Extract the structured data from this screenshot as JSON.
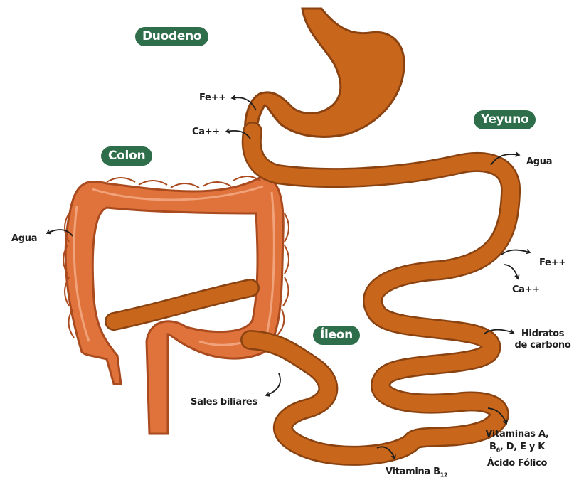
{
  "regions": {
    "duodeno": "Duodeno",
    "yeyuno": "Yeyuno",
    "colon": "Colon",
    "ileon": "Íleon"
  },
  "labels": {
    "duodeno_fe": "Fe++",
    "duodeno_ca": "Ca++",
    "yeyuno_agua": "Agua",
    "yeyuno_fe": "Fe++",
    "yeyuno_ca": "Ca++",
    "hidratos_1": "Hidratos",
    "hidratos_2": "de carbono",
    "vitaminas_1": "Vitaminas A,",
    "vitaminas_2_a": "B",
    "vitaminas_2_sub": "6",
    "vitaminas_2_b": ", D, E y K",
    "vitaminas_3": "Ácido Fólico",
    "vitamina_b12": "Vitamina B",
    "vitamina_b12_sub": "12",
    "sales_biliares": "Sales biliares",
    "colon_agua": "Agua"
  },
  "colors": {
    "intestine": "#c8661c",
    "intestine_outline": "#8a4210",
    "colon": "#e0733b",
    "colon_outline": "#a94a1f",
    "pill": "#2f6e4a",
    "arrow": "#1d1d1d"
  }
}
